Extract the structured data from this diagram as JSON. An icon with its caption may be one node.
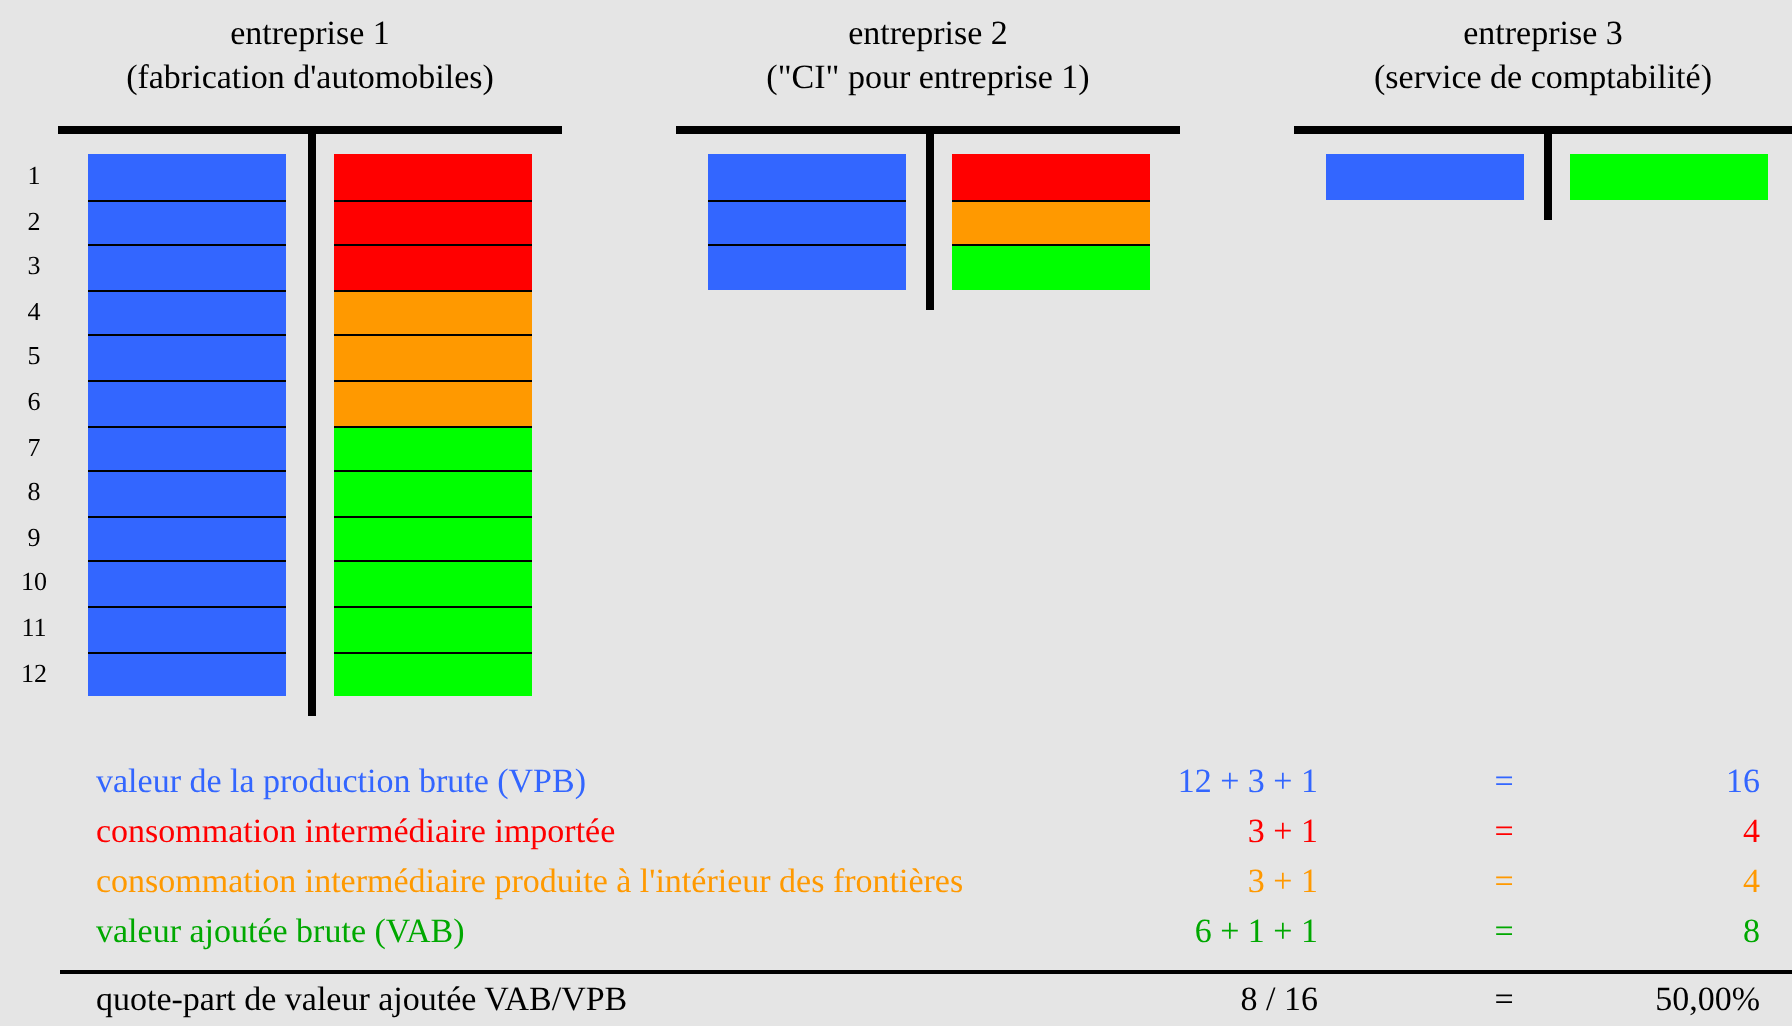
{
  "diagram": {
    "nodes": [
      {
        "text": [
          "entreprise 1 (fabrication d'automobiles)"
        ]
      },
      {
        "text": [],
        "shape": "box",
        "in": 0
      },
      {
        "text": [],
        "shape": "box",
        "in": 0
      },
      {
        "text": [],
        "shape": "box",
        "in": 0
      },
      {
        "text": [],
        "shape": "box",
        "in": 0
      },
      {
        "text": [],
        "shape": "box",
        "in": 0
      },
      {
        "text": [],
        "shape": "box",
        "in": 0
      },
      {
        "text": [],
        "shape": "box",
        "in": 0
      },
      {
        "text": [],
        "shape": "box",
        "in": 0
      },
      {
        "text": [],
        "shape": "box",
        "in": 0
      },
      {
        "text": [],
        "shape": "box",
        "in": 0
      },
      {
        "text": [],
        "shape": "box",
        "in": 0
      },
      {
        "text": [],
        "shape": "box",
        "in": 0
      },
      {
        "text": [],
        "shape": "box",
        "in": 0
      },
      {
        "text": [],
        "shape": "box",
        "in": 0
      },
      {
        "text": [],
        "shape": "box",
        "in": 0
      },
      {
        "text": [],
        "shape": "box",
        "in": 0
      },
      {
        "text": [],
        "shape": "box",
        "in": 0
      },
      {
        "text": [],
        "shape": "box",
        "in": 0
      },
      {
        "text": [],
        "shape": "box",
        "in": 0
      },
      {
        "text": [],
        "shape": "box",
        "in": 0
      },
      {
        "text": [],
        "shape": "box",
        "in": 0
      },
      {
        "text": [],
        "shape": "box",
        "in": 0
      },
      {
        "text": [],
        "shape": "box",
        "in": 0
      },
      {
        "text": [],
        "shape": "box",
        "in": 0
      },
      {
        "text": [
          "entreprise 2 (\"CI\" pour entreprise 1)"
        ]
      },
      {
        "text": [],
        "shape": "box",
        "in": 25
      },
      {
        "text": [],
        "shape": "box",
        "in": 25
      },
      {
        "text": [],
        "shape": "box",
        "in": 25
      },
      {
        "text": [],
        "shape": "box",
        "in": 25
      },
      {
        "text": [],
        "shape": "box",
        "in": 25
      },
      {
        "text": [],
        "shape": "box",
        "in": 25
      },
      {
        "text": [
          "entreprise 3 (service de comptabilité)"
        ]
      },
      {
        "text": [],
        "shape": "box",
        "in": 32
      },
      {
        "text": [],
        "shape": "box",
        "in": 32
      }
    ],
    "labels": [
      "1",
      "2",
      "3",
      "4",
      "5",
      "6",
      "7",
      "8",
      "9",
      "10",
      "11",
      "12",
      "valeur de la production brute (VPB)",
      "12 + 3 + 1",
      "=",
      "16",
      "consommation intermédiaire importée",
      "3 + 1",
      "=",
      "4",
      "consommation intermédiaire produite à l'intérieur des frontières",
      "3 + 1",
      "=",
      "4",
      "valeur ajoutée brute (VAB)",
      "6 + 1 + 1",
      "=",
      "8",
      "quote-part de valeur ajoutée VAB/VPB",
      "8 / 16",
      "=",
      "50,00%"
    ]
  }
}
